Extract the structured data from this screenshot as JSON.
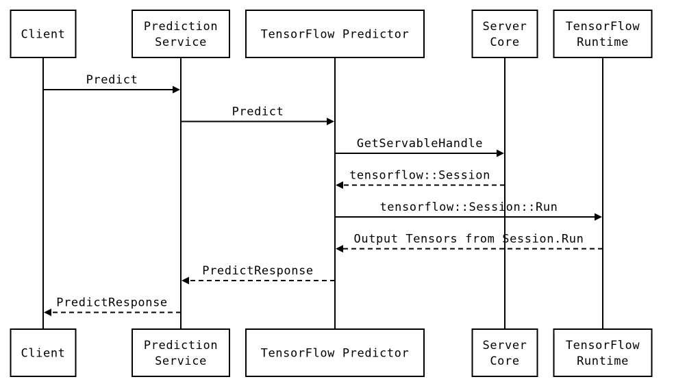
{
  "participants": [
    {
      "id": "client",
      "lines": [
        "Client"
      ]
    },
    {
      "id": "prediction-service",
      "lines": [
        "Prediction",
        "Service"
      ]
    },
    {
      "id": "tensorflow-predictor",
      "lines": [
        "TensorFlow Predictor"
      ]
    },
    {
      "id": "server-core",
      "lines": [
        "Server",
        "Core"
      ]
    },
    {
      "id": "tensorflow-runtime",
      "lines": [
        "TensorFlow",
        "Runtime"
      ]
    }
  ],
  "messages": [
    {
      "from": "client",
      "to": "prediction-service",
      "label": "Predict",
      "style": "solid"
    },
    {
      "from": "prediction-service",
      "to": "tensorflow-predictor",
      "label": "Predict",
      "style": "solid"
    },
    {
      "from": "tensorflow-predictor",
      "to": "server-core",
      "label": "GetServableHandle",
      "style": "solid"
    },
    {
      "from": "server-core",
      "to": "tensorflow-predictor",
      "label": "tensorflow::Session",
      "style": "dashed"
    },
    {
      "from": "tensorflow-predictor",
      "to": "tensorflow-runtime",
      "label": "tensorflow::Session::Run",
      "style": "solid"
    },
    {
      "from": "tensorflow-runtime",
      "to": "tensorflow-predictor",
      "label": "Output Tensors from Session.Run",
      "style": "dashed"
    },
    {
      "from": "tensorflow-predictor",
      "to": "prediction-service",
      "label": "PredictResponse",
      "style": "dashed"
    },
    {
      "from": "prediction-service",
      "to": "client",
      "label": "PredictResponse",
      "style": "dashed"
    }
  ],
  "colors": {
    "line": "#000000",
    "background": "#ffffff"
  }
}
